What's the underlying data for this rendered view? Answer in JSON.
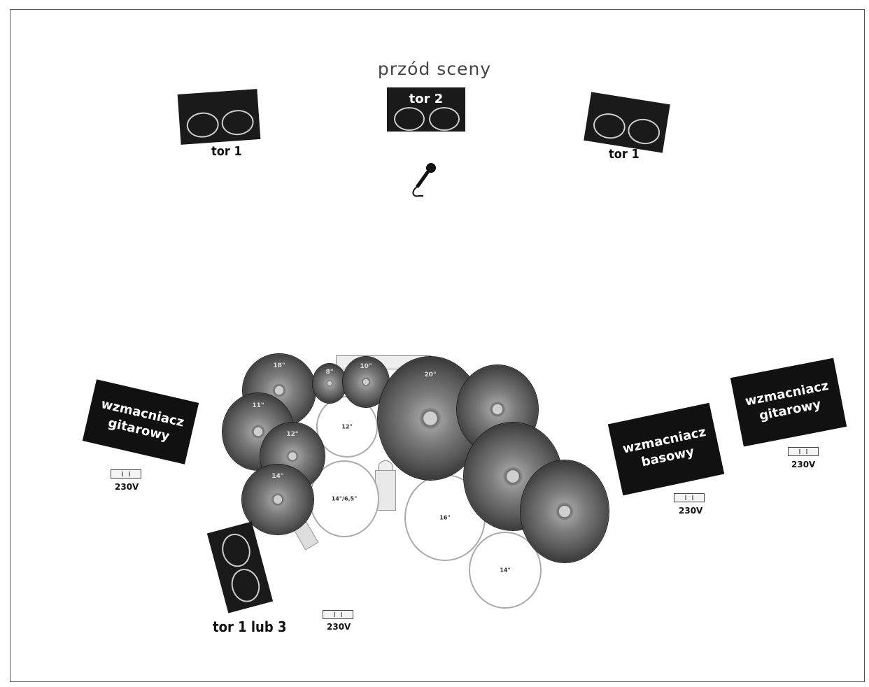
{
  "title": "przód sceny",
  "monitors": {
    "left": "tor 1",
    "center": "tor 2",
    "right": "tor 1",
    "drummer": "tor 1 lub 3"
  },
  "amps": {
    "guitar_left": [
      "wzmacniacz",
      "gitarowy"
    ],
    "bass": [
      "wzmacniacz",
      "basowy"
    ],
    "guitar_right": [
      "wzmacniacz",
      "gitarowy"
    ]
  },
  "power": {
    "left": "230V",
    "bottom": "230V",
    "bass": "230V",
    "right": "230V"
  },
  "drums": {
    "tom": "12\"",
    "snare": "14\"/6,5\"",
    "floor1": "16\"",
    "floor2": "14\""
  },
  "cymbals": {
    "c1": "18\"",
    "c2": "8\"",
    "c3": "10\"",
    "c4": "11\"",
    "c5": "12\"",
    "c6": "14\"",
    "c7": "20\""
  },
  "icons": [
    "microphone-icon",
    "monitor-speaker-icon",
    "power-outlet-icon"
  ]
}
